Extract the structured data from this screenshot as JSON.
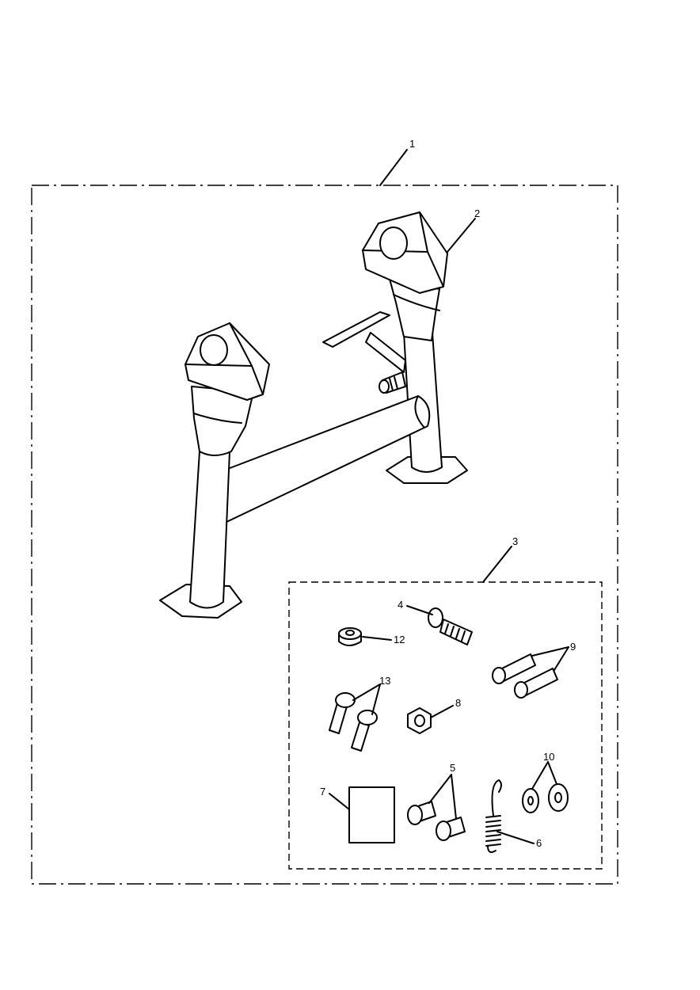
{
  "callouts": [
    {
      "id": "1",
      "text": "1"
    },
    {
      "id": "2",
      "text": "2"
    },
    {
      "id": "3",
      "text": "3"
    },
    {
      "id": "4",
      "text": "4"
    },
    {
      "id": "5",
      "text": "5"
    },
    {
      "id": "6",
      "text": "6"
    },
    {
      "id": "7",
      "text": "7"
    },
    {
      "id": "8",
      "text": "8"
    },
    {
      "id": "9",
      "text": "9"
    },
    {
      "id": "10",
      "text": "10"
    },
    {
      "id": "12",
      "text": "12"
    },
    {
      "id": "13",
      "text": "13"
    }
  ]
}
